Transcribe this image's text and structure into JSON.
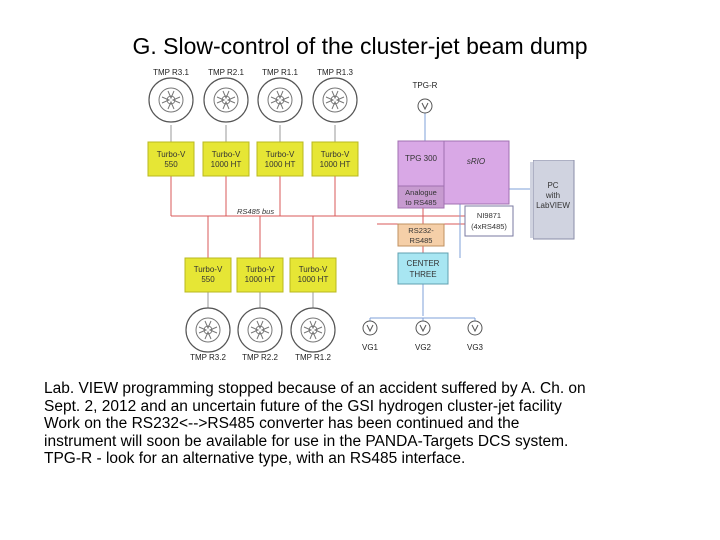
{
  "slide": {
    "title": "G. Slow-control of the cluster-jet beam dump"
  },
  "diagram": {
    "pumps_top": [
      "TMP R3.1",
      "TMP R2.1",
      "TMP R1.1",
      "TMP R1.3"
    ],
    "pumps_bottom": [
      "TMP R3.2",
      "TMP R2.2",
      "TMP R1.2"
    ],
    "controllers_top": [
      [
        "Turbo-V",
        "550"
      ],
      [
        "Turbo-V",
        "1000 HT"
      ],
      [
        "Turbo-V",
        "1000 HT"
      ],
      [
        "Turbo-V",
        "1000 HT"
      ]
    ],
    "controllers_bottom": [
      [
        "Turbo-V",
        "550"
      ],
      [
        "Turbo-V",
        "1000 HT"
      ],
      [
        "Turbo-V",
        "1000 HT"
      ]
    ],
    "bus_label": "RS485 bus",
    "tpg_r": "TPG-R",
    "tpg300": "TPG 300",
    "analogue": [
      "Analogue",
      "to RS485"
    ],
    "rs232": [
      "RS232-",
      "RS485"
    ],
    "center_three": [
      "CENTER",
      "THREE"
    ],
    "srio": "sRIO",
    "ni": [
      "NI9871",
      "(4xRS485)"
    ],
    "pc": [
      "PC",
      "with",
      "LabVIEW"
    ],
    "gauges": [
      "VG1",
      "VG2",
      "VG3"
    ],
    "colors": {
      "controller": "#e6e635",
      "tpg": "#d9a8e6",
      "analogue": "#c79bd0",
      "rs232": "#f5cfa8",
      "center": "#a8e6f2",
      "pc": "#d0d3e0",
      "bus": "#d95a5a",
      "link": "#7fa0d9"
    }
  },
  "text": {
    "lines": [
      "Lab. VIEW programming stopped because of an accident suffered by A. Ch. on",
      "Sept. 2, 2012 and an uncertain future of the GSI hydrogen cluster-jet facility",
      "Work on the RS232<-->RS485 converter has been continued and the",
      "instrument will soon be available for use in the PANDA-Targets DCS system.",
      "TPG-R - look for an alternative type, with an RS485 interface."
    ]
  }
}
